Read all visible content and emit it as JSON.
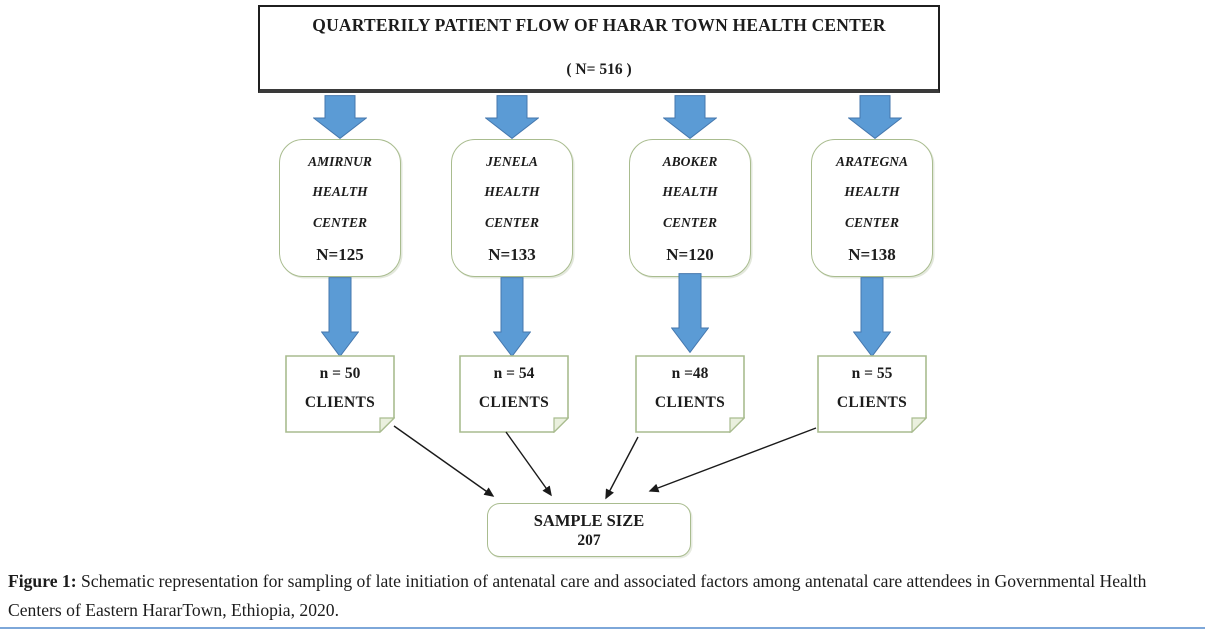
{
  "figure": {
    "top_box": {
      "title": "QUARTERILY PATIENT FLOW OF HARAR TOWN HEALTH CENTER",
      "subtitle": "( N= 516 )"
    },
    "centers": [
      {
        "line1": "AMIRNUR",
        "line2": "HEALTH",
        "line3": "CENTER",
        "total": "N=125",
        "sample_n": "n = 50",
        "sample_label": "CLIENTS"
      },
      {
        "line1": "JENELA",
        "line2": "HEALTH",
        "line3": "CENTER",
        "total": "N=133",
        "sample_n": "n = 54",
        "sample_label": "CLIENTS"
      },
      {
        "line1": "ABOKER",
        "line2": "HEALTH",
        "line3": "CENTER",
        "total": "N=120",
        "sample_n": "n =48",
        "sample_label": "CLIENTS"
      },
      {
        "line1": "ARATEGNA",
        "line2": "HEALTH",
        "line3": "CENTER",
        "total": "N=138",
        "sample_n": "n = 55",
        "sample_label": "CLIENTS"
      }
    ],
    "sample_box": {
      "line1": "SAMPLE SIZE",
      "line2": "207"
    },
    "caption": {
      "label": "Figure 1:",
      "text": " Schematic representation for sampling of late initiation of antenatal care and associated factors among antenatal care attendees in Governmental Health Centers of Eastern HararTown, Ethiopia, 2020."
    }
  },
  "colors": {
    "arrow_blue_fill": "#5b9bd5",
    "arrow_blue_stroke": "#4577ad",
    "box_border_green": "#a9bc8f",
    "note_fold_fill": "#eaf0de",
    "line_black": "#1a1a1a",
    "bottom_rule_blue": "#7da7d9"
  }
}
